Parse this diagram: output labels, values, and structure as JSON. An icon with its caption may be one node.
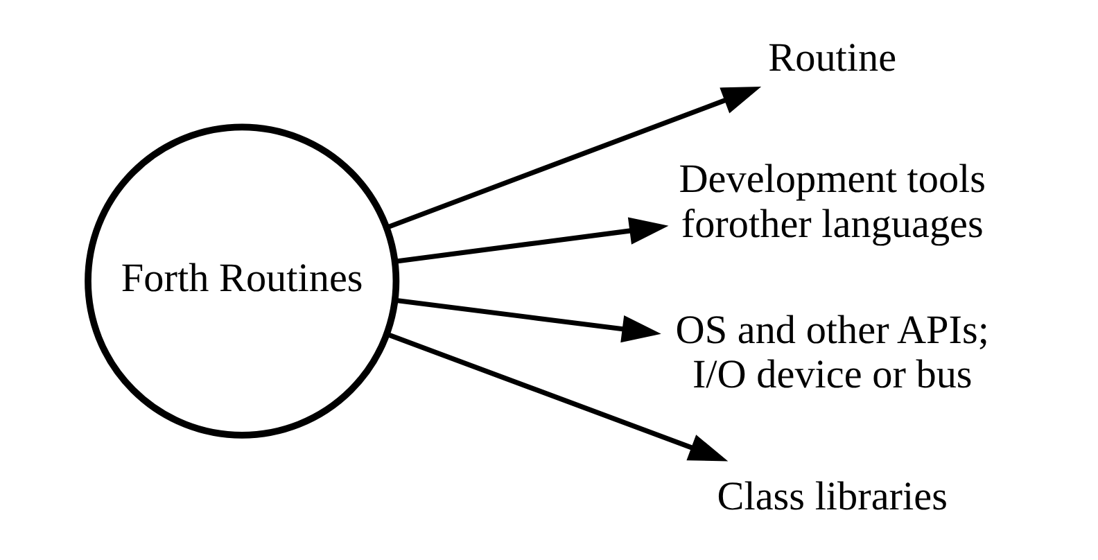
{
  "diagram": {
    "nodes": [
      {
        "text": [
          "Forth Routines"
        ]
      },
      {
        "text": [
          "Routine"
        ]
      },
      {
        "text": [
          "Development tools forother languages"
        ]
      },
      {
        "text": [
          "OS and other APIs; I/O device or bus"
        ]
      },
      {
        "text": [
          "Class libraries"
        ]
      }
    ],
    "edges": [
      {
        "from": 0,
        "to": 1,
        "arrow": "to"
      },
      {
        "from": 0,
        "to": 2,
        "arrow": "to"
      },
      {
        "from": 0,
        "to": 3,
        "arrow": "to"
      },
      {
        "from": 0,
        "to": 4,
        "arrow": "to"
      }
    ]
  }
}
